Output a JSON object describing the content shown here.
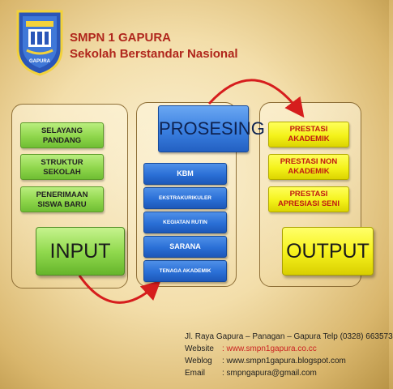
{
  "header": {
    "logo_text": "GAPURA",
    "school_name": "SMPN 1 GAPURA",
    "subtitle": "Sekolah Berstandar Nasional"
  },
  "input": {
    "items": [
      "SELAYANG\nPANDANG",
      "STRUKTUR\nSEKOLAH",
      "PENERIMAAN\nSISWA BARU"
    ],
    "label": "INPUT"
  },
  "process": {
    "label": "PROSESING",
    "items": [
      "KBM",
      "EKSTRAKURIKULER",
      "KEGIATAN RUTIN",
      "SARANA",
      "TENAGA AKADEMIK"
    ]
  },
  "output": {
    "items": [
      "PRESTASI\nAKADEMIK",
      "PRESTASI NON\nAKADEMIK",
      "PRESTASI\nAPRESIASI SENI"
    ],
    "label": "OUTPUT"
  },
  "footer": {
    "address": "Jl. Raya Gapura – Panagan – Gapura Telp (0328)  663573",
    "website_label": "Website",
    "website_value": ": www.smpn1gapura.co.cc",
    "weblog_label": "Weblog",
    "weblog_value": ": www.smpn1gapura.blogspot.com",
    "email_label": "Email",
    "email_value": ": smpngapura@gmail.com"
  },
  "colors": {
    "title": "#b0261c",
    "input_green": "#8fd64c",
    "process_blue": "#2a6fd6",
    "output_yellow": "#f4f21a",
    "arrow_red": "#d61d1d",
    "link_red": "#cc2222"
  }
}
